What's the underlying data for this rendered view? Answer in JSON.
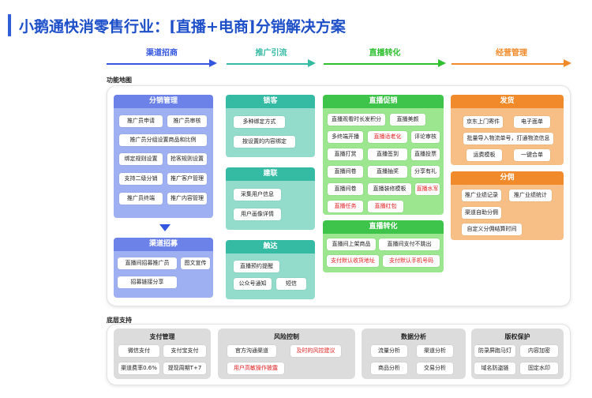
{
  "title": "小鹅通快消零售行业：[直播+电商]分销解决方案",
  "phases": [
    {
      "label": "渠道招商",
      "color": "#3557e0"
    },
    {
      "label": "推广引流",
      "color": "#35bba4"
    },
    {
      "label": "直播转化",
      "color": "#2fbf2f"
    },
    {
      "label": "经营管理",
      "color": "#f08a2a"
    }
  ],
  "labels": {
    "functional_map": "功能地图",
    "base_support": "底层支持"
  },
  "distribution": {
    "title": "分销管理",
    "items": [
      "推广员申请",
      "推广员审核",
      "推广员分组设置商品和比例",
      "绑定规则设置",
      "抢客规则设置",
      "支持二级分销",
      "推广客户管理",
      "推广员终端",
      "推广内容管理"
    ]
  },
  "recruit": {
    "title": "渠道招募",
    "items": [
      "直播间招募推广员",
      "图文宣传",
      "招募链接分享"
    ]
  },
  "lock": {
    "title": "锁客",
    "items": [
      "多种绑定方式",
      "按设置的内容绑定"
    ]
  },
  "connect": {
    "title": "建联",
    "items": [
      "采集用户信息",
      "用户画像详情"
    ]
  },
  "reach": {
    "title": "触达",
    "items": [
      "直播预约提醒",
      "公众号通知",
      "短信"
    ]
  },
  "live_promo": {
    "title": "直播促销",
    "items": [
      "直播观看时长发积分",
      "直播美颜",
      "多终端开播",
      "直播适老化",
      "评论审核",
      "直播打赏",
      "直播签到",
      "直播投票",
      "直播间卷",
      "直播抽奖",
      "分享有礼",
      "直播间卷",
      "直播装修模板",
      "直播水军",
      "直播任务",
      "直播红包"
    ]
  },
  "live_convert": {
    "title": "直播转化",
    "items": [
      "直播间上架商品",
      "直播间支付不跳出",
      "支付默认收货地址",
      "支付默认手机号码"
    ]
  },
  "ship": {
    "title": "发货",
    "items": [
      "京东上门寄件",
      "电子面单",
      "批量导入物流单号，打通物流信息",
      "运费模板",
      "一键合单"
    ]
  },
  "commission": {
    "title": "分佣",
    "items": [
      "推广业绩记录",
      "推广业绩统计",
      "渠道自助分佣",
      "自定义分佣结算时间"
    ]
  },
  "support": [
    {
      "title": "支付管理",
      "items": [
        "微信支付",
        "支付宝支付",
        "渠道费率0.6%",
        "提现周期T+7"
      ]
    },
    {
      "title": "风险控制",
      "items": [
        "官方沟通渠道",
        "及时的风控建议",
        "用户高敏操作披露"
      ]
    },
    {
      "title": "数据分析",
      "items": [
        "流量分析",
        "渠道分析",
        "商品分析",
        "交易分析"
      ]
    },
    {
      "title": "版权保护",
      "items": [
        "防录屏跑马灯",
        "内容加密",
        "域名防盗链",
        "固定水印"
      ]
    }
  ]
}
